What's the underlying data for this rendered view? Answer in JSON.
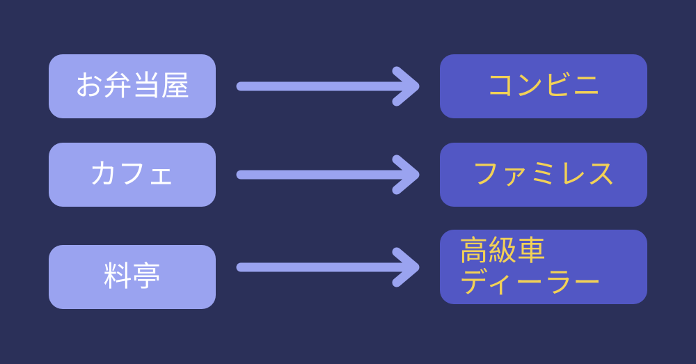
{
  "diagram": {
    "type": "mapping-flow",
    "background_color": "#2b3059",
    "source_box_color": "#9aa3f0",
    "source_text_color": "#ffffff",
    "target_box_color": "#5257c4",
    "target_text_color": "#f2d156",
    "arrow_color": "#9aa3f0",
    "rows": [
      {
        "source": "お弁当屋",
        "arrow": "right-arrow",
        "target": "コンビニ"
      },
      {
        "source": "カフェ",
        "arrow": "right-arrow",
        "target": "ファミレス"
      },
      {
        "source": "料亭",
        "arrow": "right-arrow",
        "target": "高級車\nディーラー"
      }
    ]
  }
}
